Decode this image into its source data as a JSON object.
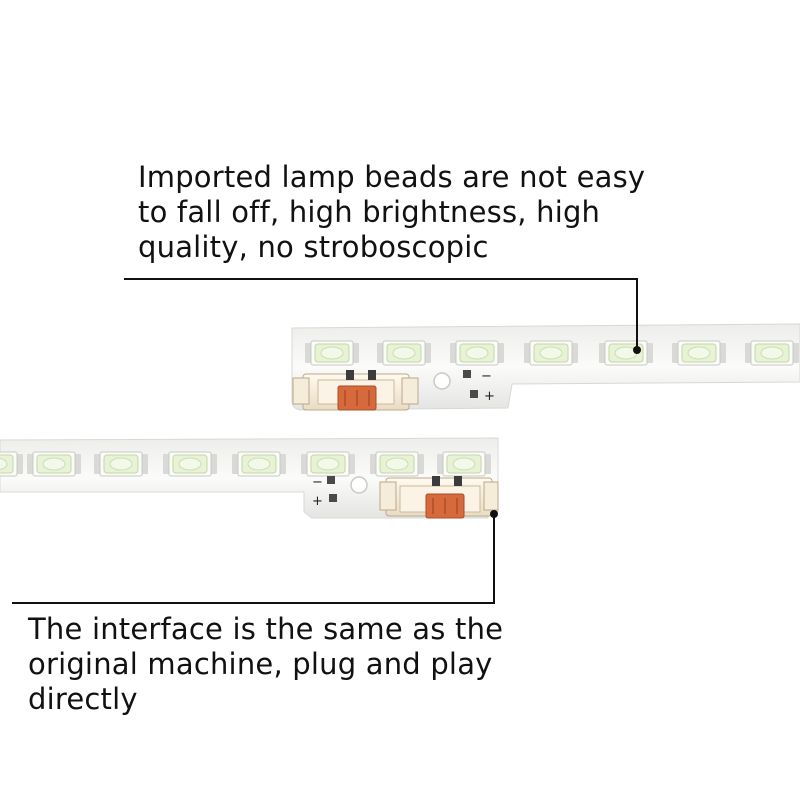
{
  "captions": {
    "top": {
      "lines": [
        "Imported lamp beads are not easy",
        "to fall off, high brightness, high",
        "quality, no stroboscopic"
      ]
    },
    "bottom": {
      "lines": [
        "The interface is the same as the",
        "original machine, plug and play",
        "directly"
      ]
    }
  },
  "strips": {
    "upper": {
      "minus_mark": "−",
      "plus_mark": "+"
    },
    "lower": {
      "minus_mark": "−",
      "plus_mark": "+"
    }
  },
  "colors": {
    "background": "#ffffff",
    "pcb": "#f7f7f5",
    "led_lens": "#e8f3d6",
    "connector_orange": "#d66a3c",
    "leader_line": "#111111"
  }
}
